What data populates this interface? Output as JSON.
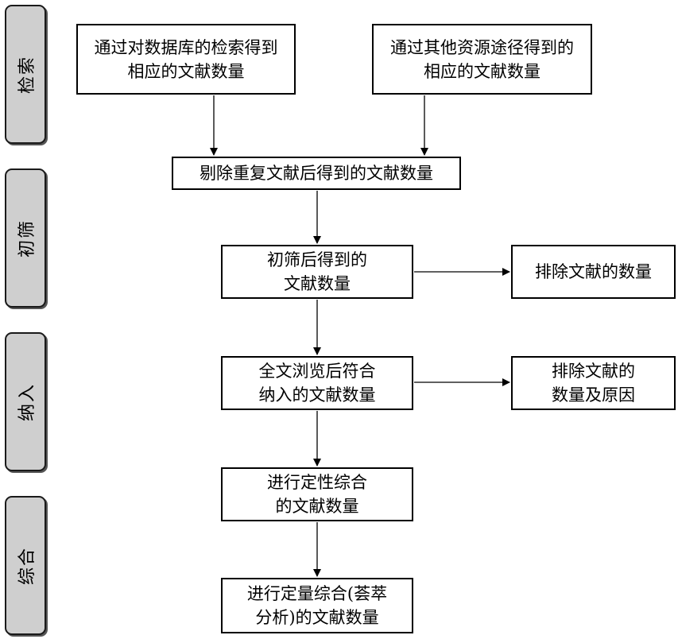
{
  "phases": {
    "search": "检索",
    "screen": "初筛",
    "include": "纳入",
    "synthesis": "综合"
  },
  "boxes": {
    "database": [
      "通过对数据库的检索得到",
      "相应的文献数量"
    ],
    "other": [
      "通过其他资源途径得到的",
      "相应的文献数量"
    ],
    "dedup": [
      "剔除重复文献后得到的文献数量"
    ],
    "screened": [
      "初筛后得到的",
      "文献数量"
    ],
    "excluded": [
      "排除文献的数量"
    ],
    "fulltext": [
      "全文浏览后符合",
      "纳入的文献数量"
    ],
    "excluded_reasons": [
      "排除文献的",
      "数量及原因"
    ],
    "qualitative": [
      "进行定性综合",
      "的文献数量"
    ],
    "quantitative": [
      "进行定量综合(荟萃",
      "分析)的文献数量"
    ]
  }
}
